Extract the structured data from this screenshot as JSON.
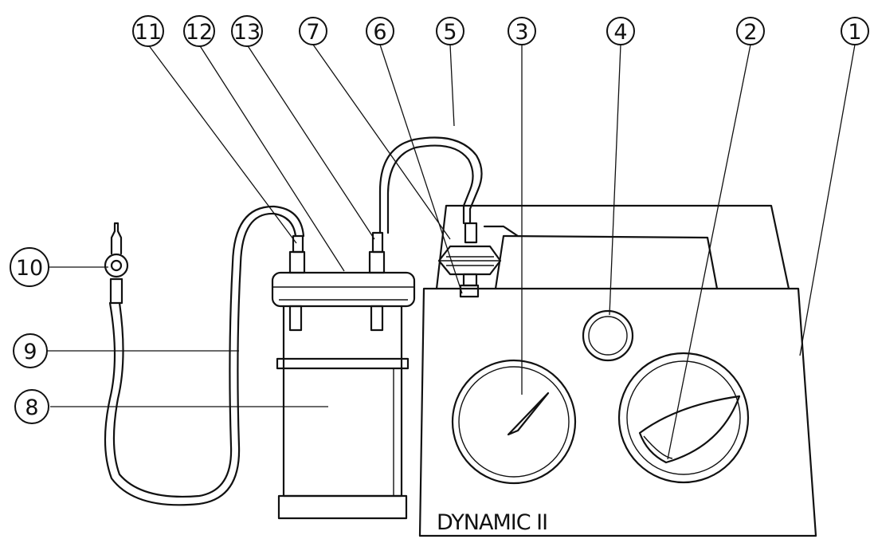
{
  "device": {
    "brand_text": "DYNAMIC II"
  },
  "callouts": [
    {
      "id": "c1",
      "label": "1"
    },
    {
      "id": "c2",
      "label": "2"
    },
    {
      "id": "c3",
      "label": "3"
    },
    {
      "id": "c4",
      "label": "4"
    },
    {
      "id": "c5",
      "label": "5"
    },
    {
      "id": "c6",
      "label": "6"
    },
    {
      "id": "c7",
      "label": "7"
    },
    {
      "id": "c8",
      "label": "8"
    },
    {
      "id": "c9",
      "label": "9"
    },
    {
      "id": "c10",
      "label": "10"
    },
    {
      "id": "c11",
      "label": "11"
    },
    {
      "id": "c12",
      "label": "12"
    },
    {
      "id": "c13",
      "label": "13"
    }
  ]
}
